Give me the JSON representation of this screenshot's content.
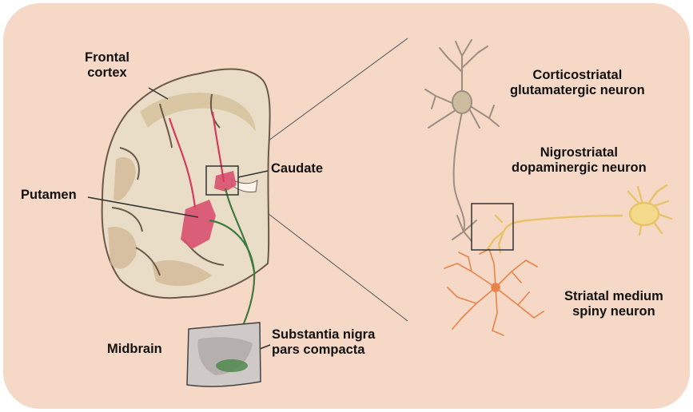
{
  "labels": {
    "frontal_cortex": [
      "Frontal",
      "cortex"
    ],
    "caudate": "Caudate",
    "putamen": "Putamen",
    "midbrain": "Midbrain",
    "substantia_nigra": [
      "Substantia nigra",
      "pars compacta"
    ],
    "corticostriatal": [
      "Corticostriatal",
      "glutamatergic neuron"
    ],
    "nigrostriatal": [
      "Nigrostriatal",
      "dopaminergic neuron"
    ],
    "striatal": [
      "Striatal medium",
      "spiny neuron"
    ]
  },
  "colors": {
    "panel_bg": "#f6d8c6",
    "cortical_pathway": "#d63a5c",
    "nigrostriatal_pathway": "#3f7a3f",
    "cortical_neuron": "#9c8f80",
    "dopaminergic_neuron": "#e8c36a",
    "spiny_neuron": "#e8834a"
  }
}
